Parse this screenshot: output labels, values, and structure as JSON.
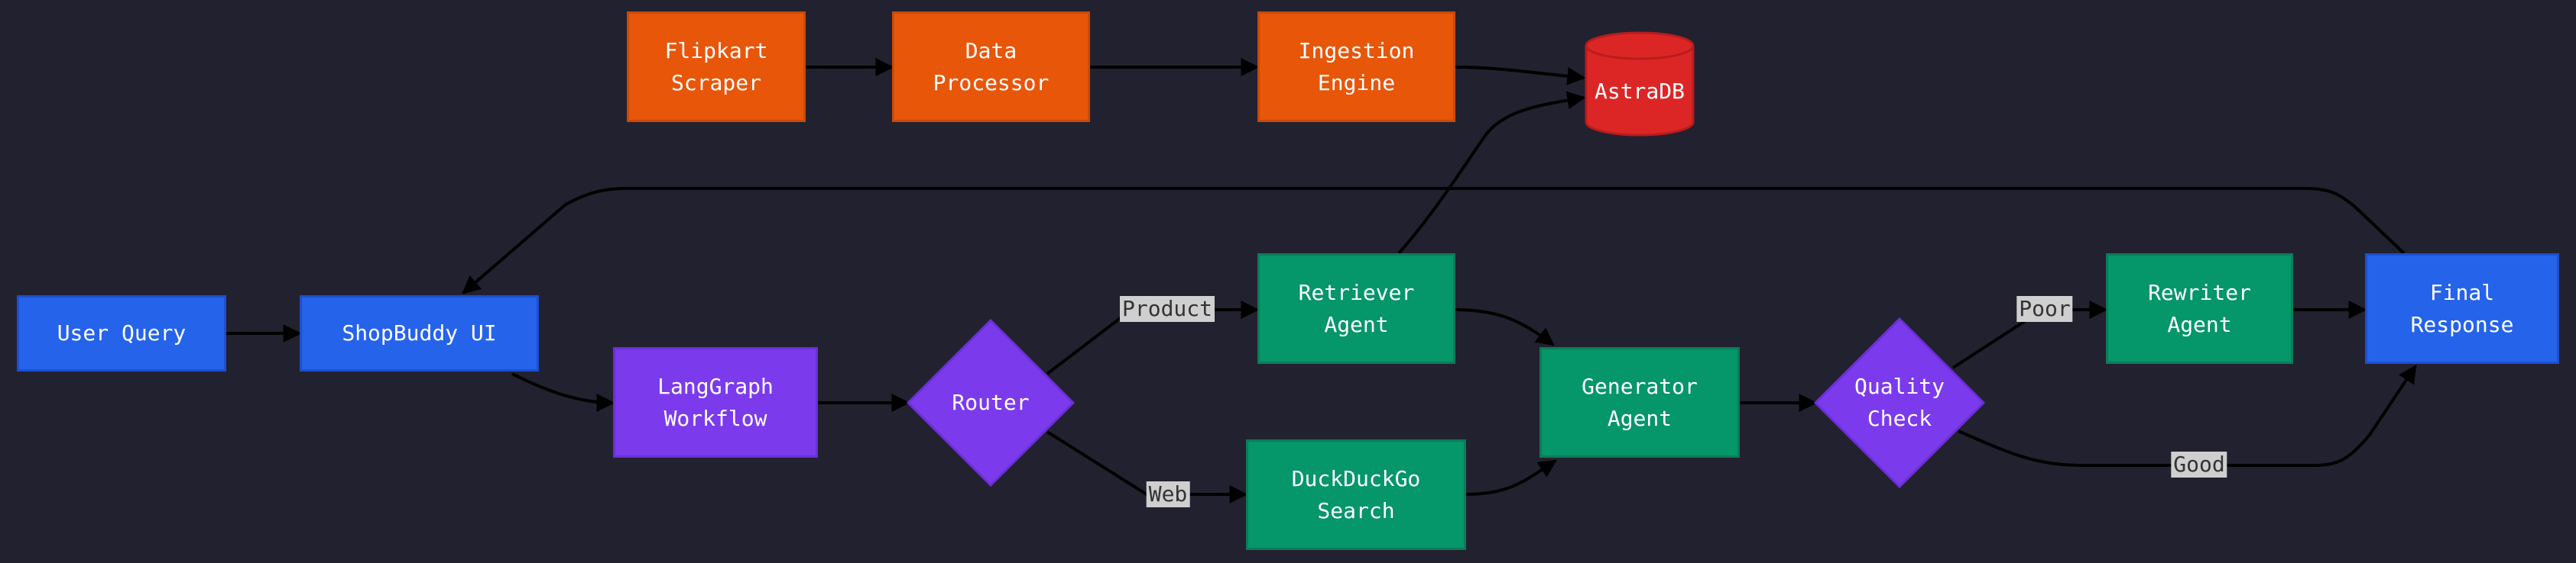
{
  "colors": {
    "background": "#22212f",
    "orange": "#e8560a",
    "orange_border": "#c94a08",
    "blue": "#2563eb",
    "blue_border": "#1d4fd0",
    "green": "#059669",
    "green_border": "#0b7c58",
    "purple": "#7c3aed",
    "purple_border": "#6b2fd6",
    "red": "#dc2626",
    "red_border": "#b91c1c",
    "edge": "#000000"
  },
  "nodes": {
    "flipkart_scraper": "Flipkart\nScraper",
    "data_processor": "Data\nProcessor",
    "ingestion_engine": "Ingestion\nEngine",
    "astradb": "AstraDB",
    "user_query": "User Query",
    "shopbuddy_ui": "ShopBuddy UI",
    "langgraph_workflow": "LangGraph\nWorkflow",
    "router": "Router",
    "retriever_agent": "Retriever\nAgent",
    "duckduckgo_search": "DuckDuckGo\nSearch",
    "generator_agent": "Generator\nAgent",
    "quality_check": "Quality\nCheck",
    "rewriter_agent": "Rewriter\nAgent",
    "final_response": "Final\nResponse"
  },
  "edge_labels": {
    "product": "Product",
    "web": "Web",
    "poor": "Poor",
    "good": "Good"
  }
}
